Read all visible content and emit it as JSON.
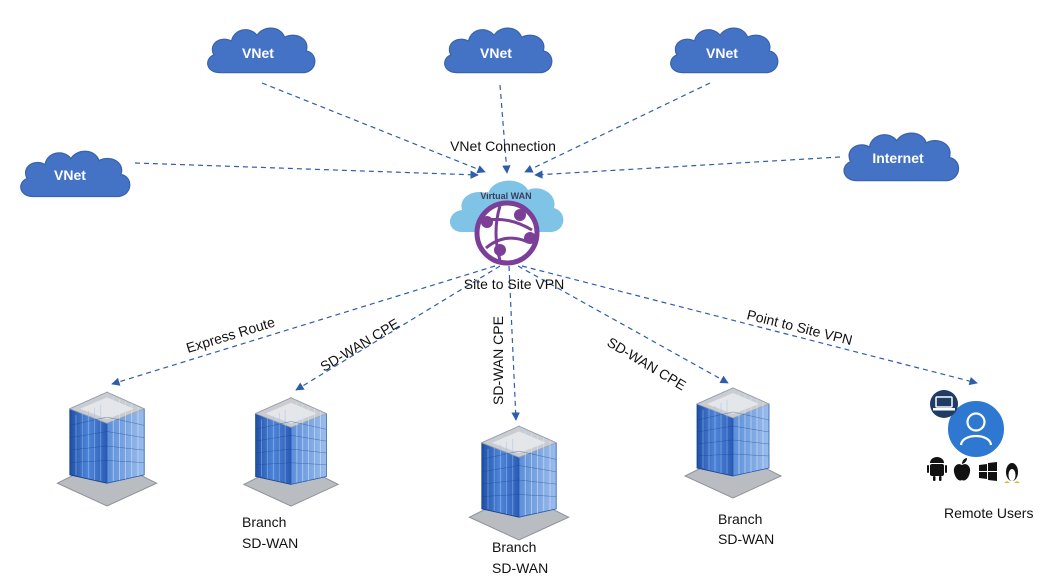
{
  "vnet_clouds": [
    {
      "label": "VNet"
    },
    {
      "label": "VNet"
    },
    {
      "label": "VNet"
    },
    {
      "label": "VNet"
    }
  ],
  "internet_cloud": {
    "label": "Internet"
  },
  "hub": {
    "label": "Virtual WAN"
  },
  "connections": {
    "vnet_connection": "VNet Connection",
    "site_to_site": "Site to Site VPN",
    "express_route": "Express Route",
    "sdwan_cpe_1": "SD-WAN CPE",
    "sdwan_cpe_2": "SD-WAN CPE",
    "sdwan_cpe_3": "SD-WAN CPE",
    "point_to_site": "Point to Site VPN"
  },
  "branches": [
    {
      "line1": "Branch",
      "line2": "SD-WAN"
    },
    {
      "line1": "Branch",
      "line2": "SD-WAN"
    },
    {
      "line1": "Branch",
      "line2": "SD-WAN"
    }
  ],
  "remote_users": {
    "label": "Remote Users",
    "platform_icons": [
      "android-icon",
      "apple-icon",
      "windows-icon",
      "linux-icon"
    ]
  },
  "colors": {
    "cloud_blue": "#4472C4",
    "line_blue": "#2E5EAA",
    "hub_cloud": "#7FC3E6",
    "hub_purple": "#7B3F97",
    "user_circle": "#2E78D2"
  }
}
